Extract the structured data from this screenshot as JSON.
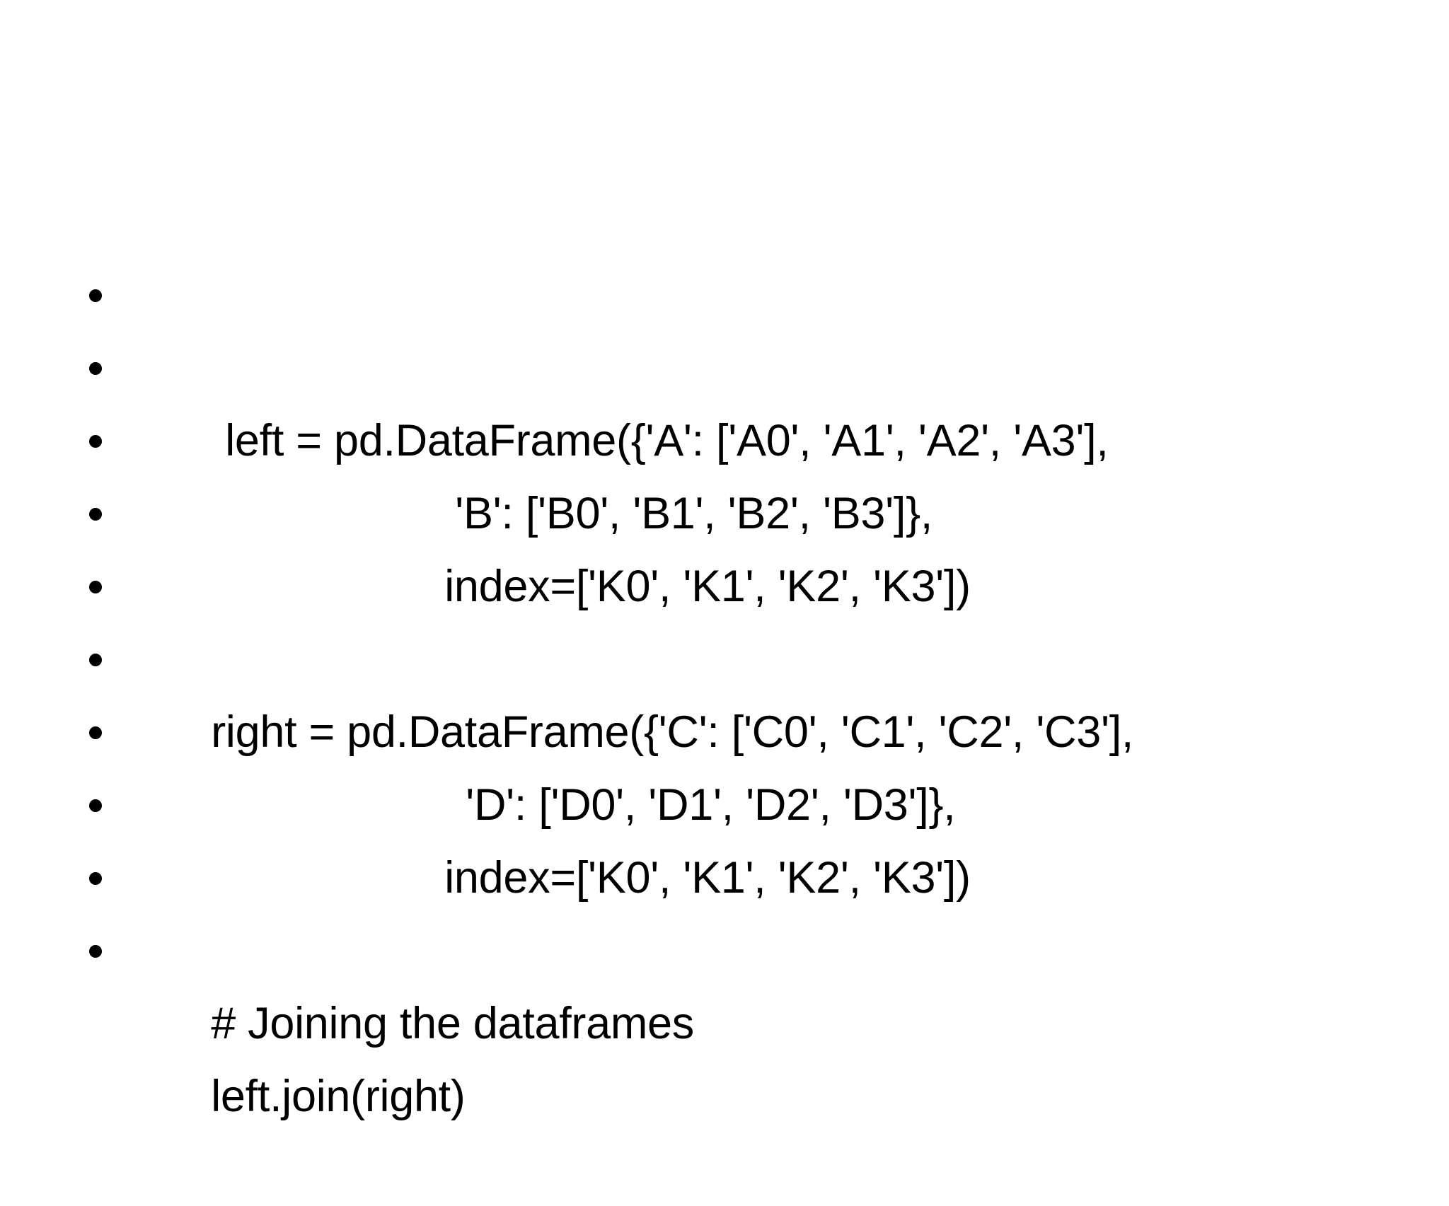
{
  "slide": {
    "background_color": "#ffffff",
    "text_color": "#000000",
    "bullet_glyph": "bullet-dot"
  },
  "code_block": {
    "language": "python",
    "lines": [
      {
        "text": "left = pd.DataFrame({'A': ['A0', 'A1', 'A2', 'A3'],",
        "indent": 1
      },
      {
        "text": "'B': ['B0', 'B1', 'B2', 'B3']},",
        "indent": 2
      },
      {
        "text": "index=['K0', 'K1', 'K2', 'K3'])",
        "indent": 3
      },
      {
        "text": "",
        "indent": 0
      },
      {
        "text": "right = pd.DataFrame({'C': ['C0', 'C1', 'C2', 'C3'],",
        "indent": 0
      },
      {
        "text": "'D': ['D0', 'D1', 'D2', 'D3']},",
        "indent": 4
      },
      {
        "text": "index=['K0', 'K1', 'K2', 'K3'])",
        "indent": 3
      },
      {
        "text": "",
        "indent": 0
      },
      {
        "text": "# Joining the dataframes",
        "indent": 0
      },
      {
        "text": "left.join(right)",
        "indent": 0
      }
    ]
  }
}
